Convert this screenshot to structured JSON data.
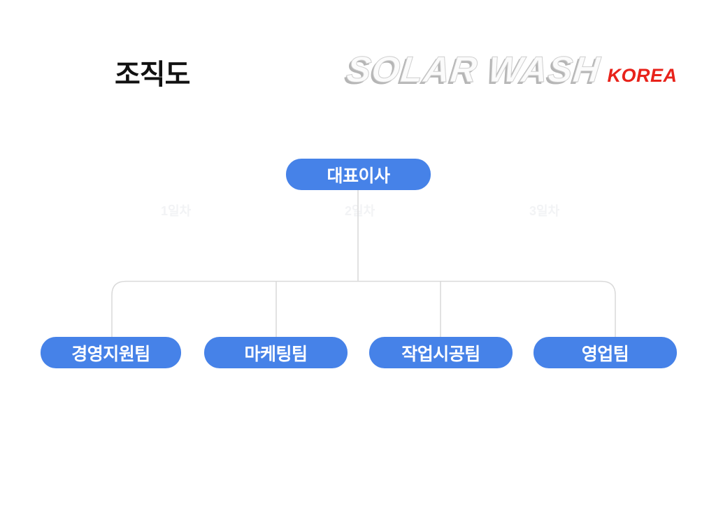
{
  "page": {
    "title": "조직도"
  },
  "logo": {
    "main": "SOLAR WASH",
    "sub": "KOREA",
    "main_color": "#c4c4c4",
    "sub_color": "#e8231b"
  },
  "watermarks": [
    "1일차",
    "2일차",
    "3일차"
  ],
  "org": {
    "root": {
      "label": "대표이사"
    },
    "teams": [
      {
        "label": "경영지원팀"
      },
      {
        "label": "마케팅팀"
      },
      {
        "label": "작업시공팀"
      },
      {
        "label": "영업팀"
      }
    ]
  },
  "colors": {
    "node_blue": "#4682e8",
    "connector_gray": "#d9d9d9",
    "title_black": "#111111"
  }
}
